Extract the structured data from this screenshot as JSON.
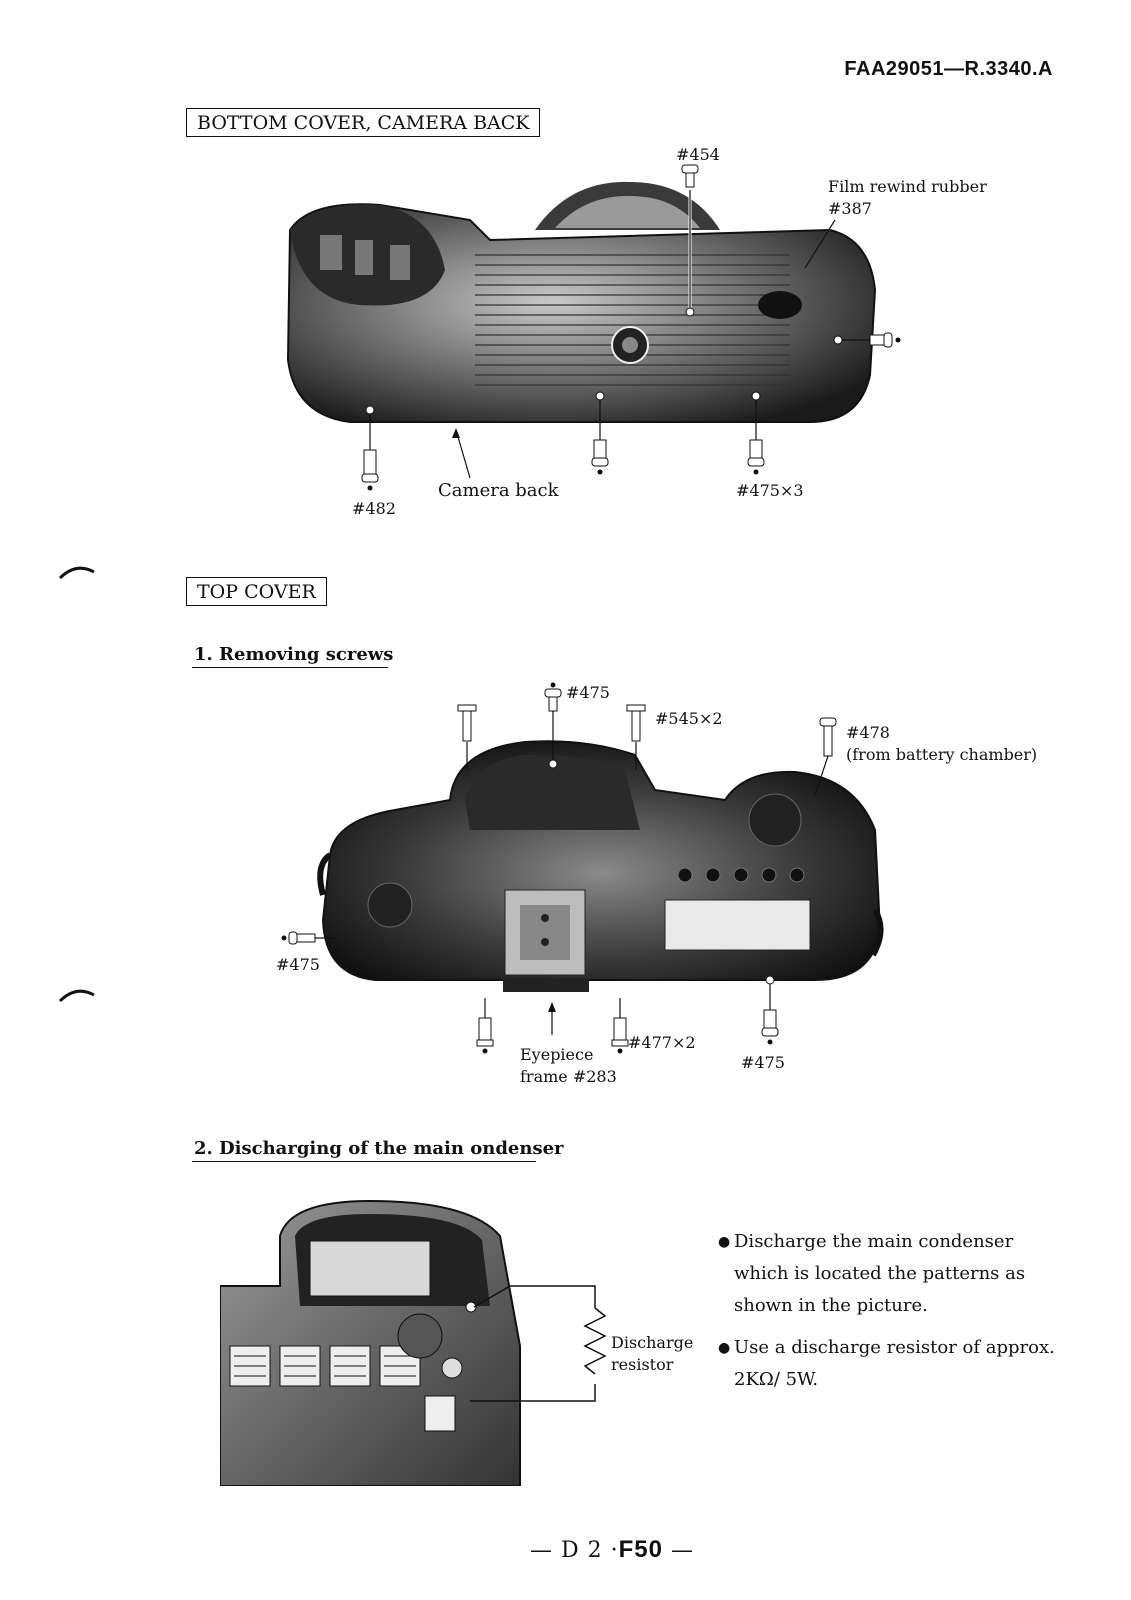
{
  "header": {
    "doc_code": "FAA29051—R.3340.A"
  },
  "bottom_section": {
    "title": "BOTTOM COVER, CAMERA BACK",
    "labels": {
      "screw_454": "#454",
      "film_rewind_rubber": "Film rewind rubber",
      "part_387": "#387",
      "camera_back": "Camera back",
      "screw_475x3": "#475×3",
      "screw_482": "#482"
    }
  },
  "top_section": {
    "title": "TOP COVER",
    "step1": {
      "title": "1. Removing screws",
      "labels": {
        "screw_475_top": "#475",
        "screw_545x2": "#545×2",
        "screw_478": "#478",
        "from_battery": "(from battery chamber)",
        "screw_475_left": "#475",
        "eyepiece_line1": "Eyepiece",
        "eyepiece_line2": "frame #283",
        "screw_477x2": "#477×2",
        "screw_475_right": "#475"
      }
    },
    "step2": {
      "title": "2. Discharging of the main ondenser",
      "resistor_line1": "Discharge",
      "resistor_line2": "resistor",
      "notes": [
        "Discharge the main condenser which is located the patterns as shown in the picture.",
        "Use a discharge resistor of approx. 2KΩ∕ 5W."
      ]
    }
  },
  "footer": {
    "prefix": "— D 2 ·",
    "model": "F50",
    "suffix": " —"
  }
}
